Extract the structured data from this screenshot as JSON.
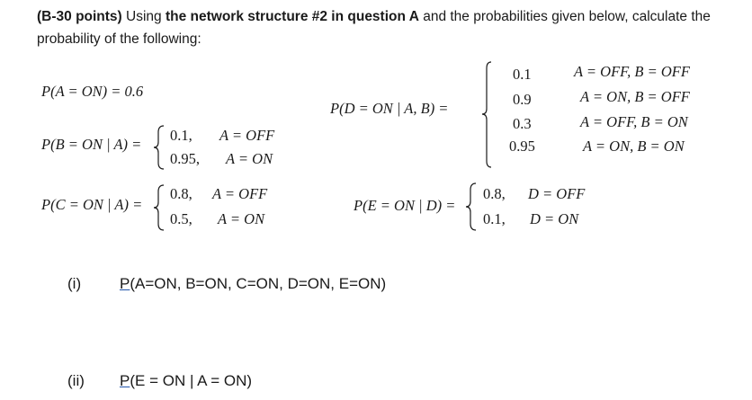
{
  "header": {
    "bold1": "(B-30 points)",
    "text1": " Using ",
    "bold2": "the network structure #2 in question A",
    "text2": " and the probabilities given below, calculate the probability of the following:"
  },
  "formulas": {
    "pa": "P(A = ON) = 0.6",
    "pb": {
      "lhs": "P(B = ON | A) =",
      "rows": [
        {
          "value": "0.1,",
          "cond": "A = OFF"
        },
        {
          "value": "0.95,",
          "cond": "A = ON"
        }
      ]
    },
    "pc": {
      "lhs": "P(C = ON | A) =",
      "rows": [
        {
          "value": "0.8,",
          "cond": "A = OFF"
        },
        {
          "value": "0.5,",
          "cond": "A = ON"
        }
      ]
    },
    "pd": {
      "lhs": "P(D = ON | A, B) =",
      "rows": [
        {
          "value": "0.1",
          "cond": "A = OFF, B = OFF"
        },
        {
          "value": "0.9",
          "cond": "A = ON, B = OFF"
        },
        {
          "value": "0.3",
          "cond": "A = OFF, B = ON"
        },
        {
          "value": "0.95",
          "cond": "A = ON, B = ON"
        }
      ]
    },
    "pe": {
      "lhs": "P(E = ON | D) =",
      "rows": [
        {
          "value": "0.8,",
          "cond": "D = OFF"
        },
        {
          "value": "0.1,",
          "cond": "D = ON"
        }
      ]
    }
  },
  "questions": [
    {
      "label": "(i)",
      "p": "P",
      "rest": "(A=ON, B=ON, C=ON, D=ON, E=ON)"
    },
    {
      "label": "(ii)",
      "p": "P",
      "rest": "(E = ON | A = ON)"
    }
  ]
}
